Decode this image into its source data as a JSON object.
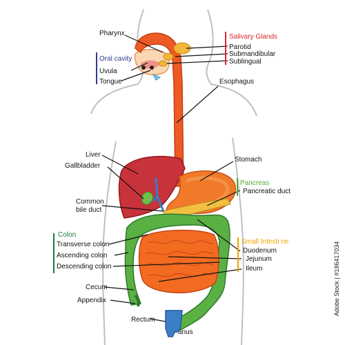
{
  "colors": {
    "salivary": "#d9262c",
    "oral_cavity": "#2f3a8f",
    "pancreas": "#5aa832",
    "colon": "#1d7a3a",
    "small_intestine": "#f0a400",
    "outline": "#bfbfbf",
    "esophagus": "#ee5a24",
    "liver": "#c8323a",
    "stomach": "#f07a2a",
    "intestine": "#f36b21",
    "colon_fill": "#5bb044",
    "gland": "#f2b63a",
    "bile": "#2f7fd0",
    "rectum": "#3d7fc7"
  },
  "labels": {
    "pharynx": "Pharynx",
    "oral_cavity": "Oral cavity",
    "uvula": "Uvula",
    "tongue": "Tongue",
    "salivary_glands": "Salivary Glands",
    "parotid": "Parotid",
    "submandibular": "Submandibular",
    "sublingual": "Sublingual",
    "esophagus": "Esophagus",
    "liver": "Liver",
    "gallbladder": "Gallbladder",
    "stomach": "Stomach",
    "pancreas": "Pancreas",
    "pancreatic_duct": "Pancreatic duct",
    "common": "Common",
    "bile_duct": "bile duct",
    "colon": "Colon",
    "transverse_colon": "Transverse colon",
    "ascending_colon": "Ascending colon",
    "descending_colon": "Descending colon",
    "small_intestine": "Small Intesti ne",
    "duodenum": "Duodenum",
    "jejunum": "Jejunum",
    "ileum": "Ileum",
    "cecum": "Cecum",
    "appendix": "Appendix",
    "rectum": "Rectum",
    "anus": "anus"
  },
  "watermark": "Adobe Stock | #186417034"
}
